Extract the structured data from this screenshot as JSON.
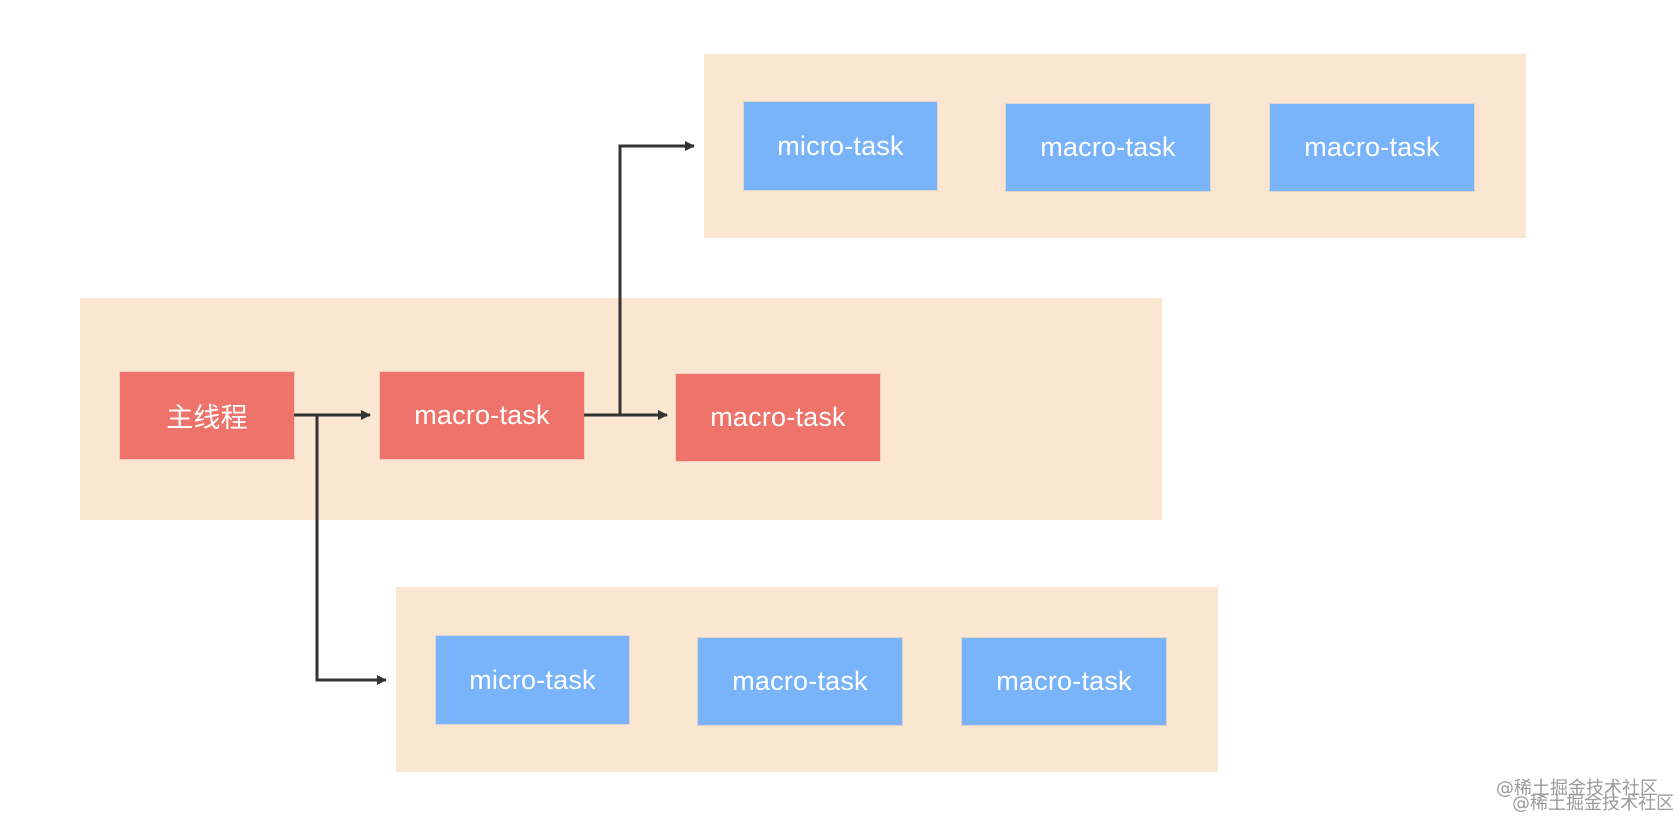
{
  "diagram": {
    "nodes": {
      "main_thread": "主线程",
      "middle_macro_1": "macro-task",
      "middle_macro_2": "macro-task",
      "top_micro": "micro-task",
      "top_macro_1": "macro-task",
      "top_macro_2": "macro-task",
      "bottom_micro": "micro-task",
      "bottom_macro_1": "macro-task",
      "bottom_macro_2": "macro-task"
    },
    "edges": [
      {
        "from": "main_thread",
        "to": "middle_macro_1"
      },
      {
        "from": "main_thread",
        "to": "bottom_group"
      },
      {
        "from": "middle_macro_1",
        "to": "middle_macro_2"
      },
      {
        "from": "middle_macro_1",
        "to": "top_group"
      }
    ],
    "colors": {
      "group_background": "#fbe6d2",
      "macro_task_red": "#ee736b",
      "task_blue": "#79b3f9",
      "arrow": "#333333"
    }
  },
  "watermark": {
    "line1": "@稀土掘金技术社区",
    "line2": "@稀土掘金技术社区"
  }
}
